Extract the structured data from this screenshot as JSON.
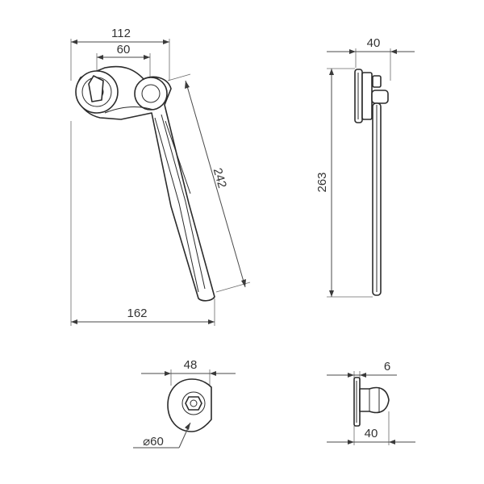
{
  "dimensions": {
    "front_width_total": "112",
    "front_width_pivot": "60",
    "front_arm_length": "242",
    "front_overall_width": "162",
    "side_depth": "40",
    "side_height": "263",
    "base_width": "48",
    "base_diameter": "⌀60",
    "knob_thickness": "6",
    "knob_depth": "40"
  }
}
